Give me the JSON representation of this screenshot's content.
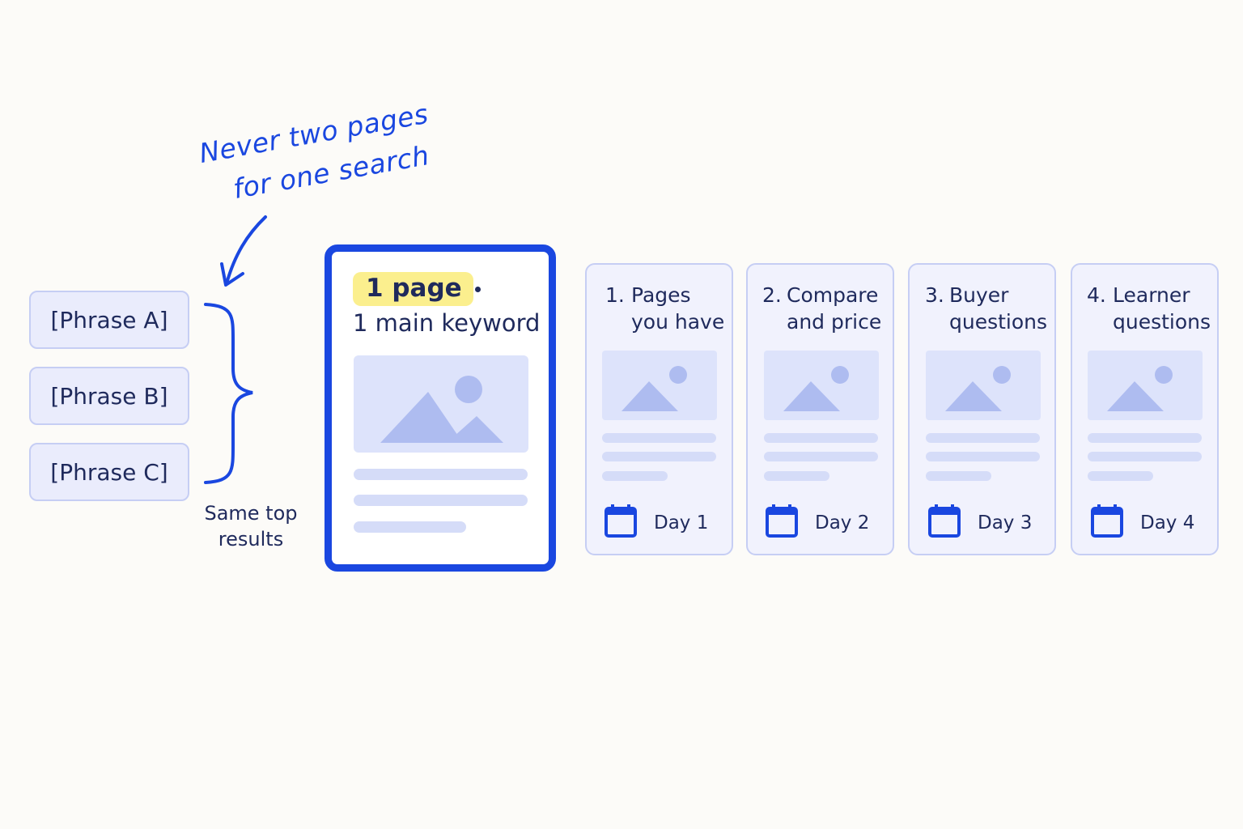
{
  "note": {
    "line1": "Never two pages",
    "line2": "for one search"
  },
  "phrases": [
    "[Phrase A]",
    "[Phrase B]",
    "[Phrase C]"
  ],
  "same_top_label_line1": "Same top",
  "same_top_label_line2": "results",
  "main_card": {
    "highlight": "1 page",
    "subtitle": "1 main keyword"
  },
  "cards": [
    {
      "number": "1.",
      "line1": "Pages",
      "line2": "you have",
      "day": "Day 1"
    },
    {
      "number": "2.",
      "line1": "Compare",
      "line2": "and price",
      "day": "Day 2"
    },
    {
      "number": "3.",
      "line1": "Buyer",
      "line2": "questions",
      "day": "Day 3"
    },
    {
      "number": "4.",
      "line1": "Learner",
      "line2": "questions",
      "day": "Day 4"
    }
  ],
  "colors": {
    "accent": "#1a47e0",
    "highlight": "#fbef8e",
    "placeholder": "#dde3fb",
    "card_bg": "#f1f2fd"
  },
  "icons": {
    "arrow": "curved-arrow-icon",
    "brace": "curly-brace-icon",
    "image": "image-placeholder-icon",
    "calendar": "calendar-icon"
  }
}
